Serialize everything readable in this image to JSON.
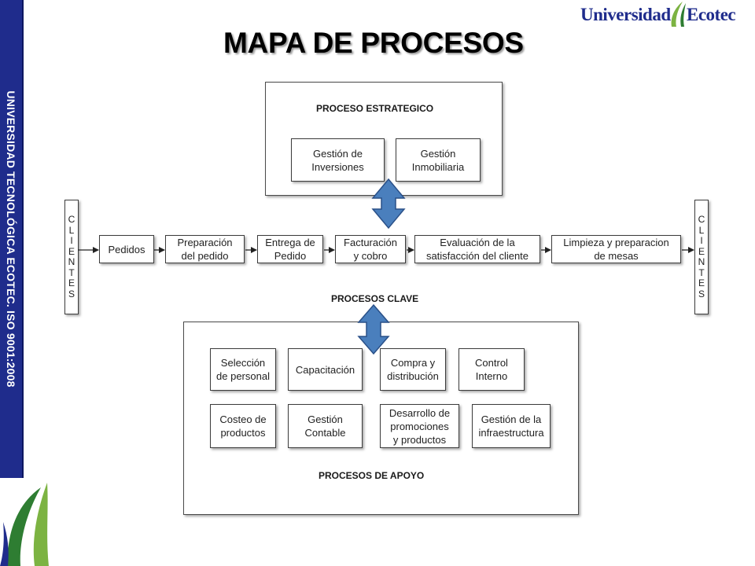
{
  "sidebar": {
    "text": "UNIVERSIDAD TECNOLÓGICA ECOTEC. ISO 9001:2008"
  },
  "logo": {
    "part1": "Universidad",
    "part2": "Ecotec"
  },
  "title": "MAPA DE PROCESOS",
  "strategic": {
    "label": "PROCESO ESTRATEGICO",
    "items": [
      "Gestión de\nInversiones",
      "Gestión\nInmobiliaria"
    ]
  },
  "clients_letters": [
    "C",
    "L",
    "I",
    "E",
    "N",
    "T",
    "E",
    "S"
  ],
  "key": {
    "label": "PROCESOS CLAVE",
    "items": [
      "Pedidos",
      "Preparación\ndel pedido",
      "Entrega de\nPedido",
      "Facturación\ny cobro",
      "Evaluación de la\nsatisfacción del cliente",
      "Limpieza y preparacion\nde mesas"
    ]
  },
  "support": {
    "label": "PROCESOS DE APOYO",
    "items": [
      "Selección\nde personal",
      "Capacitación",
      "Compra y\ndistribución",
      "Control\nInterno",
      "Costeo de\nproductos",
      "Gestión\nContable",
      "Desarrollo de\npromociones\ny productos",
      "Gestión de la\ninfraestructura"
    ]
  },
  "colors": {
    "sidebar": "#1f2c8c",
    "arrow": "#4a7fbd",
    "arrow_border": "#2a5088",
    "logo_green": "#7cb342"
  }
}
